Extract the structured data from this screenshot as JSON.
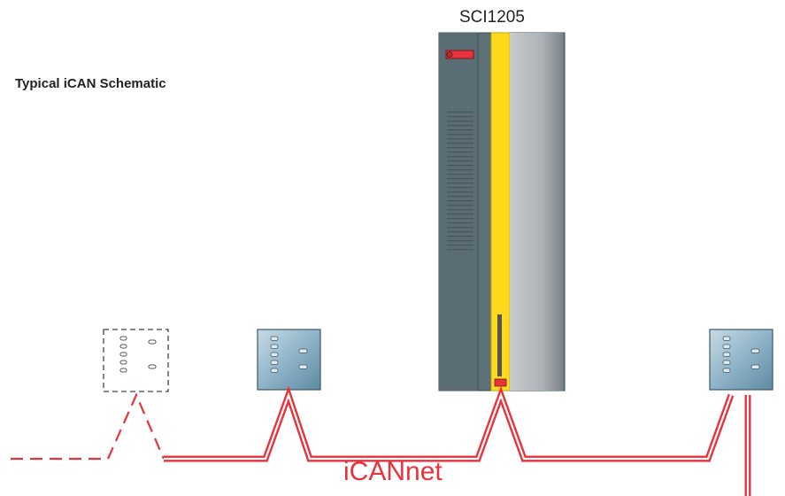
{
  "diagram": {
    "title": "Typical iCAN Schematic",
    "device_label": "SCI1205",
    "network_label": "iCANnet",
    "colors": {
      "cable": "#e8323c",
      "device_body": "#5c6f79",
      "device_stripe": "#ffd81c",
      "device_panel": "#b3b7ba",
      "indicator": "#e8323c",
      "node_face": "#8fb3c8"
    },
    "nodes": [
      {
        "id": "node-optional",
        "style": "dashed"
      },
      {
        "id": "node-1",
        "style": "solid"
      },
      {
        "id": "node-2",
        "style": "solid"
      }
    ]
  }
}
